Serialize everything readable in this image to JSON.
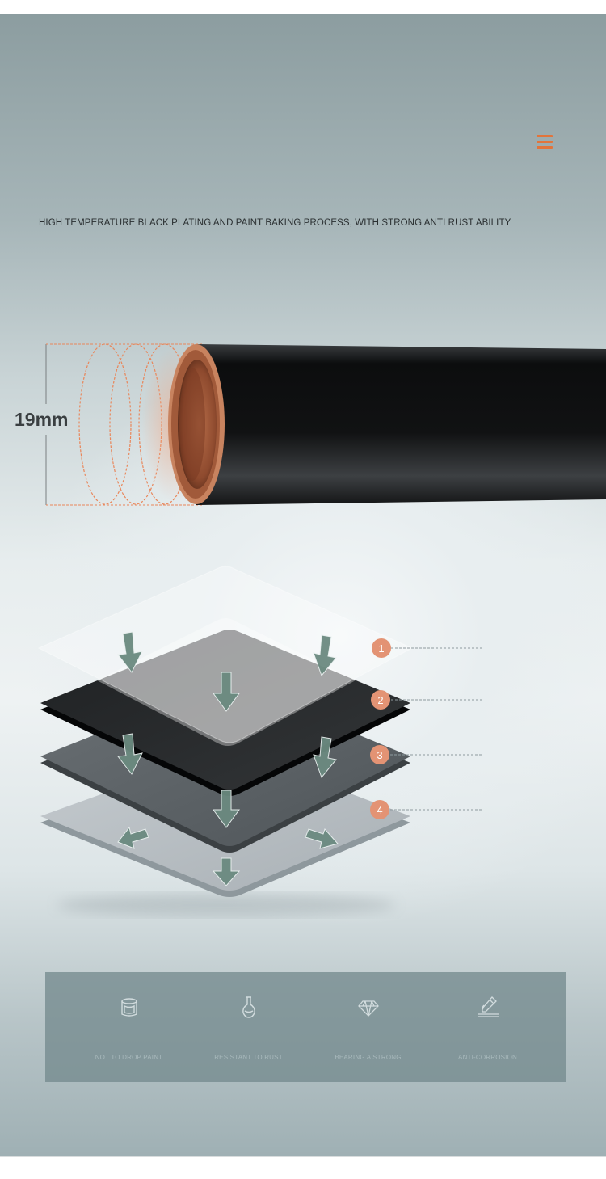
{
  "headline": "HIGH TEMPERATURE BLACK PLATING AND PAINT BAKING PROCESS, WITH STRONG ANTI RUST ABILITY",
  "dimension": "19mm",
  "layers": [
    "1",
    "2",
    "3",
    "4"
  ],
  "features": [
    {
      "icon": "paint-bucket-icon",
      "label": "NOT TO DROP PAINT"
    },
    {
      "icon": "flask-icon",
      "label": "RESISTANT TO RUST"
    },
    {
      "icon": "diamond-icon",
      "label": "BEARING A STRONG"
    },
    {
      "icon": "dropper-icon",
      "label": "ANTI-CORROSION"
    }
  ],
  "colors": {
    "accent": "#e2743b",
    "badge": "#e39374",
    "arrow": "#6b8a80",
    "pipe": "#0e0f10",
    "copper": "#a0583a"
  }
}
